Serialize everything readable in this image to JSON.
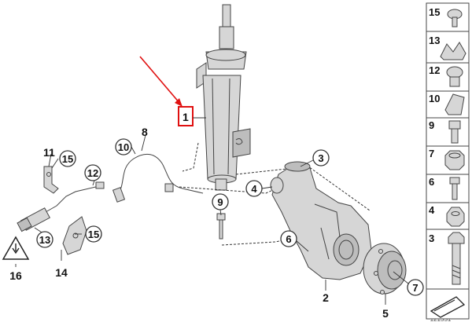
{
  "callouts": {
    "c1": "1",
    "c2": "2",
    "c3": "3",
    "c4": "4",
    "c5": "5",
    "c6": "6",
    "c7": "7",
    "c8": "8",
    "c9": "9",
    "c10": "10",
    "c11": "11",
    "c12": "12",
    "c13": "13",
    "c14": "14",
    "c15a": "15",
    "c15b": "15",
    "c16": "16"
  },
  "sidebar": {
    "items": [
      {
        "label": "15",
        "icon": "bolt-cap-icon"
      },
      {
        "label": "13",
        "icon": "cable-clip-icon"
      },
      {
        "label": "12",
        "icon": "clip-holder-icon"
      },
      {
        "label": "10",
        "icon": "bracket-clip-icon"
      },
      {
        "label": "9",
        "icon": "short-bolt-icon"
      },
      {
        "label": "7",
        "icon": "collar-nut-icon"
      },
      {
        "label": "6",
        "icon": "bolt-icon"
      },
      {
        "label": "4",
        "icon": "hex-nut-icon"
      },
      {
        "label": "3",
        "icon": "long-bolt-icon"
      }
    ],
    "nav_icon": "direction-arrow-icon"
  },
  "caption": "121551",
  "accent": "#e01010"
}
